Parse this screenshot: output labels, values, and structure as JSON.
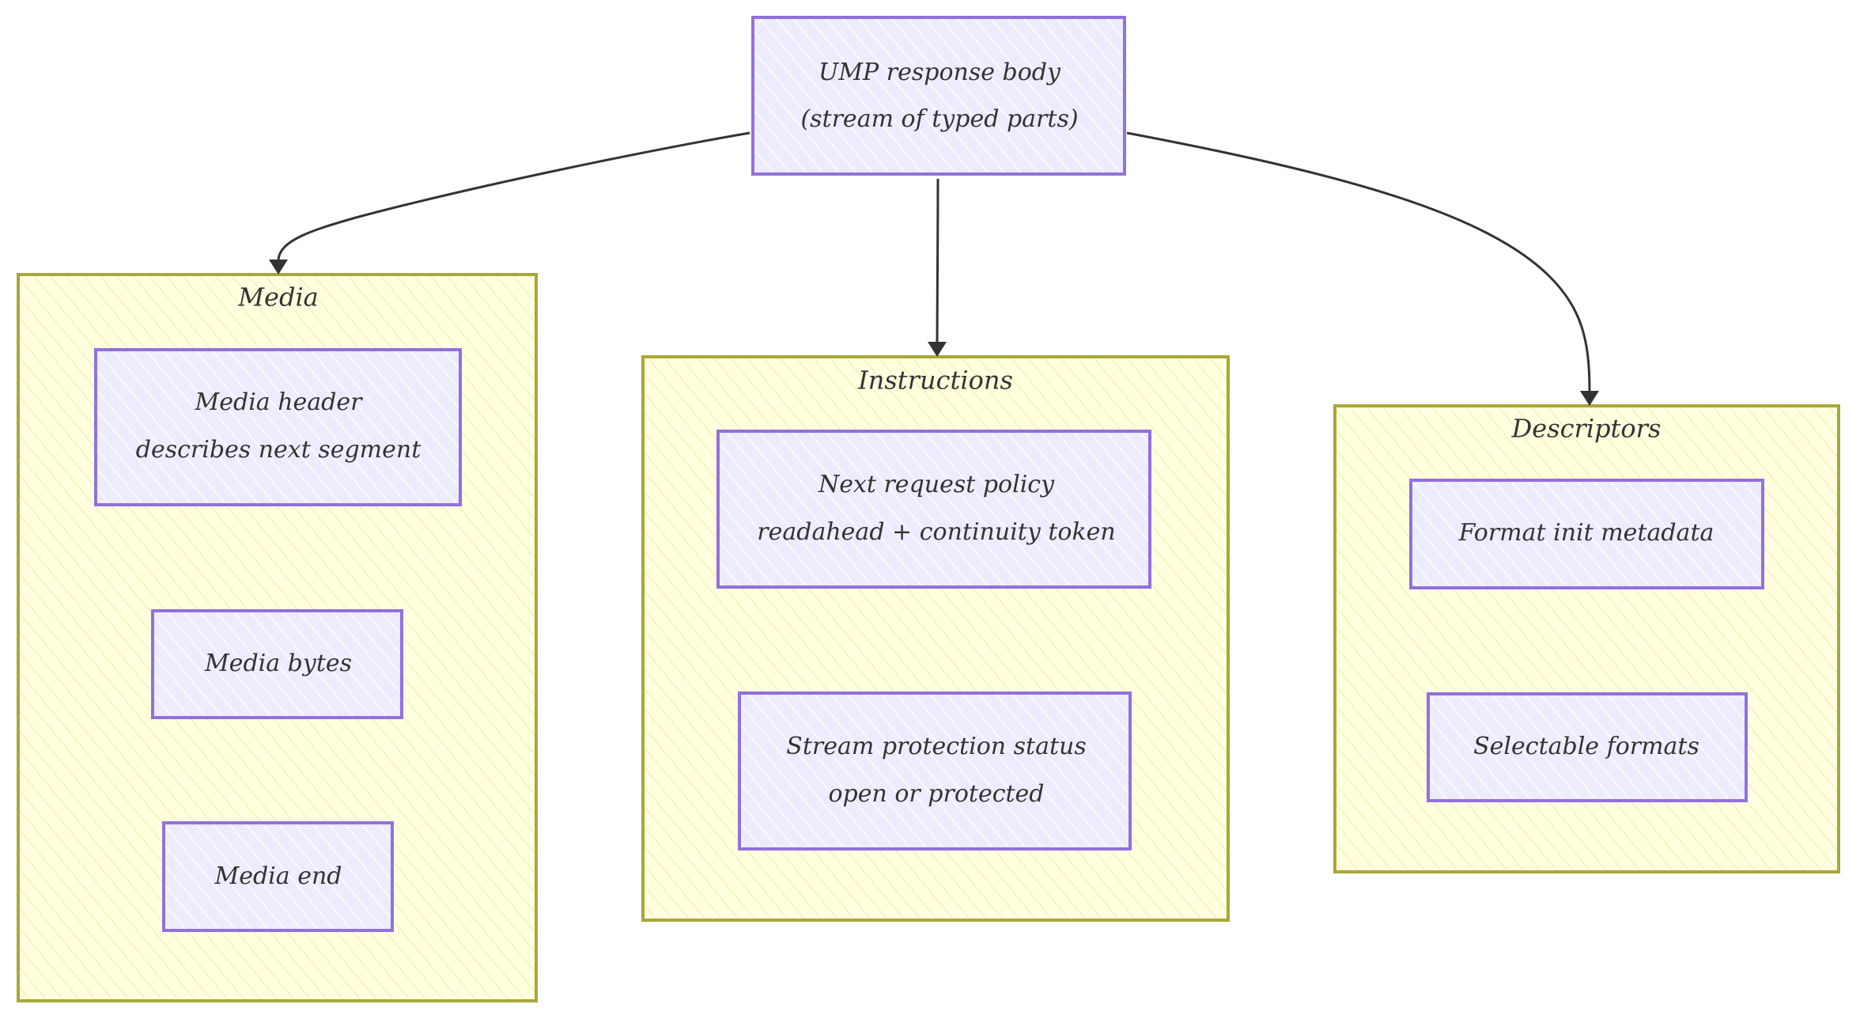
{
  "root": {
    "line1": "UMP response body",
    "line2": "(stream of typed parts)"
  },
  "groups": {
    "media": {
      "title": "Media",
      "header_line1": "Media header",
      "header_line2": "describes next segment",
      "bytes": "Media bytes",
      "end": "Media end"
    },
    "instructions": {
      "title": "Instructions",
      "policy_line1": "Next request policy",
      "policy_line2": "readahead + continuity token",
      "protection_line1": "Stream protection status",
      "protection_line2": "open or protected"
    },
    "descriptors": {
      "title": "Descriptors",
      "format_init": "Format init metadata",
      "selectable": "Selectable formats"
    }
  },
  "colors": {
    "node_fill": "#ececfe",
    "node_stroke": "#9370db",
    "group_fill": "#ffffe0",
    "group_stroke": "#a8a73a",
    "edge": "#333333"
  }
}
